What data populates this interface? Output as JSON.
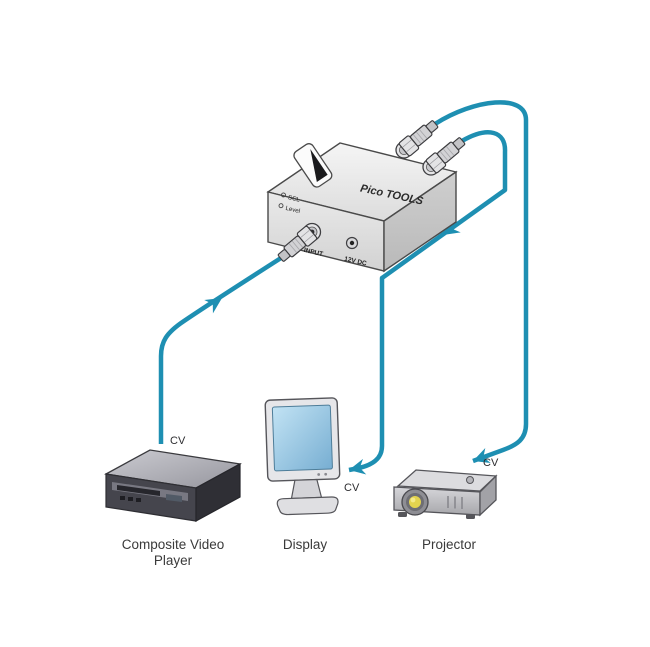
{
  "diagram": {
    "device": {
      "name": "Pico TOOLS",
      "ports": {
        "scl": "SCL",
        "level": "Level",
        "input": "INPUT",
        "power": "12V DC"
      }
    },
    "endpoints": {
      "player": {
        "label_line1": "Composite Video",
        "label_line2": "Player",
        "cable_tag": "CV"
      },
      "display": {
        "label": "Display",
        "cable_tag": "CV"
      },
      "projector": {
        "label": "Projector",
        "cable_tag": "CV"
      }
    },
    "colors": {
      "cable": "#1e8fb2",
      "screen": "#9fcfe8",
      "lens_glow": "#e3d34f"
    }
  }
}
